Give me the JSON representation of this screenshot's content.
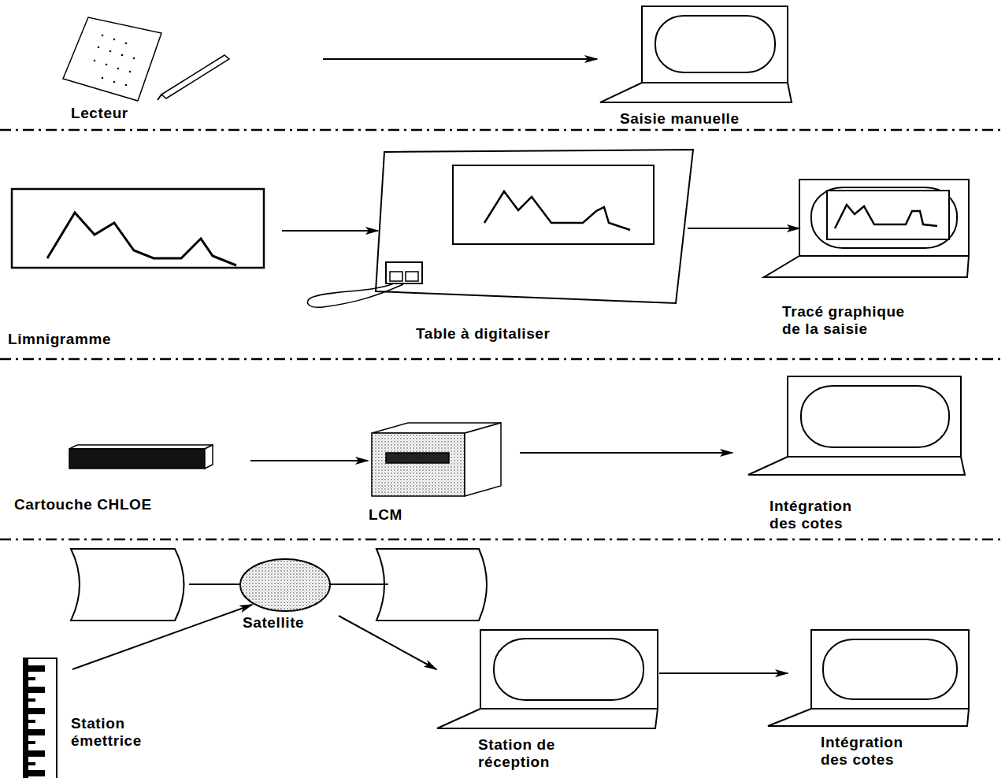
{
  "diagram": {
    "nodes": [
      {
        "text": [
          "Lecteur"
        ]
      },
      {
        "text": [
          "Saisie manuelle"
        ]
      },
      {
        "text": [
          "Limnigramme"
        ]
      },
      {
        "text": [
          "Table à digitaliser"
        ]
      },
      {
        "text": [
          "Tracé graphique de la saisie"
        ]
      },
      {
        "text": [
          "Cartouche CHLOE"
        ]
      },
      {
        "text": [
          "LCM"
        ]
      },
      {
        "text": [
          "Intégration des cotes"
        ]
      },
      {
        "text": [
          "Satellite"
        ]
      },
      {
        "text": [
          "Station émettrice"
        ]
      },
      {
        "text": [
          "Station de réception"
        ]
      },
      {
        "text": [
          "Intégration des cotes"
        ]
      }
    ],
    "edges": [
      {
        "from": 0,
        "to": 1,
        "arrow": "to"
      },
      {
        "from": 2,
        "to": 3,
        "arrow": "to"
      },
      {
        "from": 3,
        "to": 4,
        "arrow": "to"
      },
      {
        "from": 5,
        "to": 6,
        "arrow": "to"
      },
      {
        "from": 6,
        "to": 7,
        "arrow": "to"
      },
      {
        "from": 9,
        "to": 8,
        "arrow": "to"
      },
      {
        "from": 8,
        "to": 10,
        "arrow": "to"
      },
      {
        "from": 10,
        "to": 11,
        "arrow": "to"
      }
    ]
  }
}
